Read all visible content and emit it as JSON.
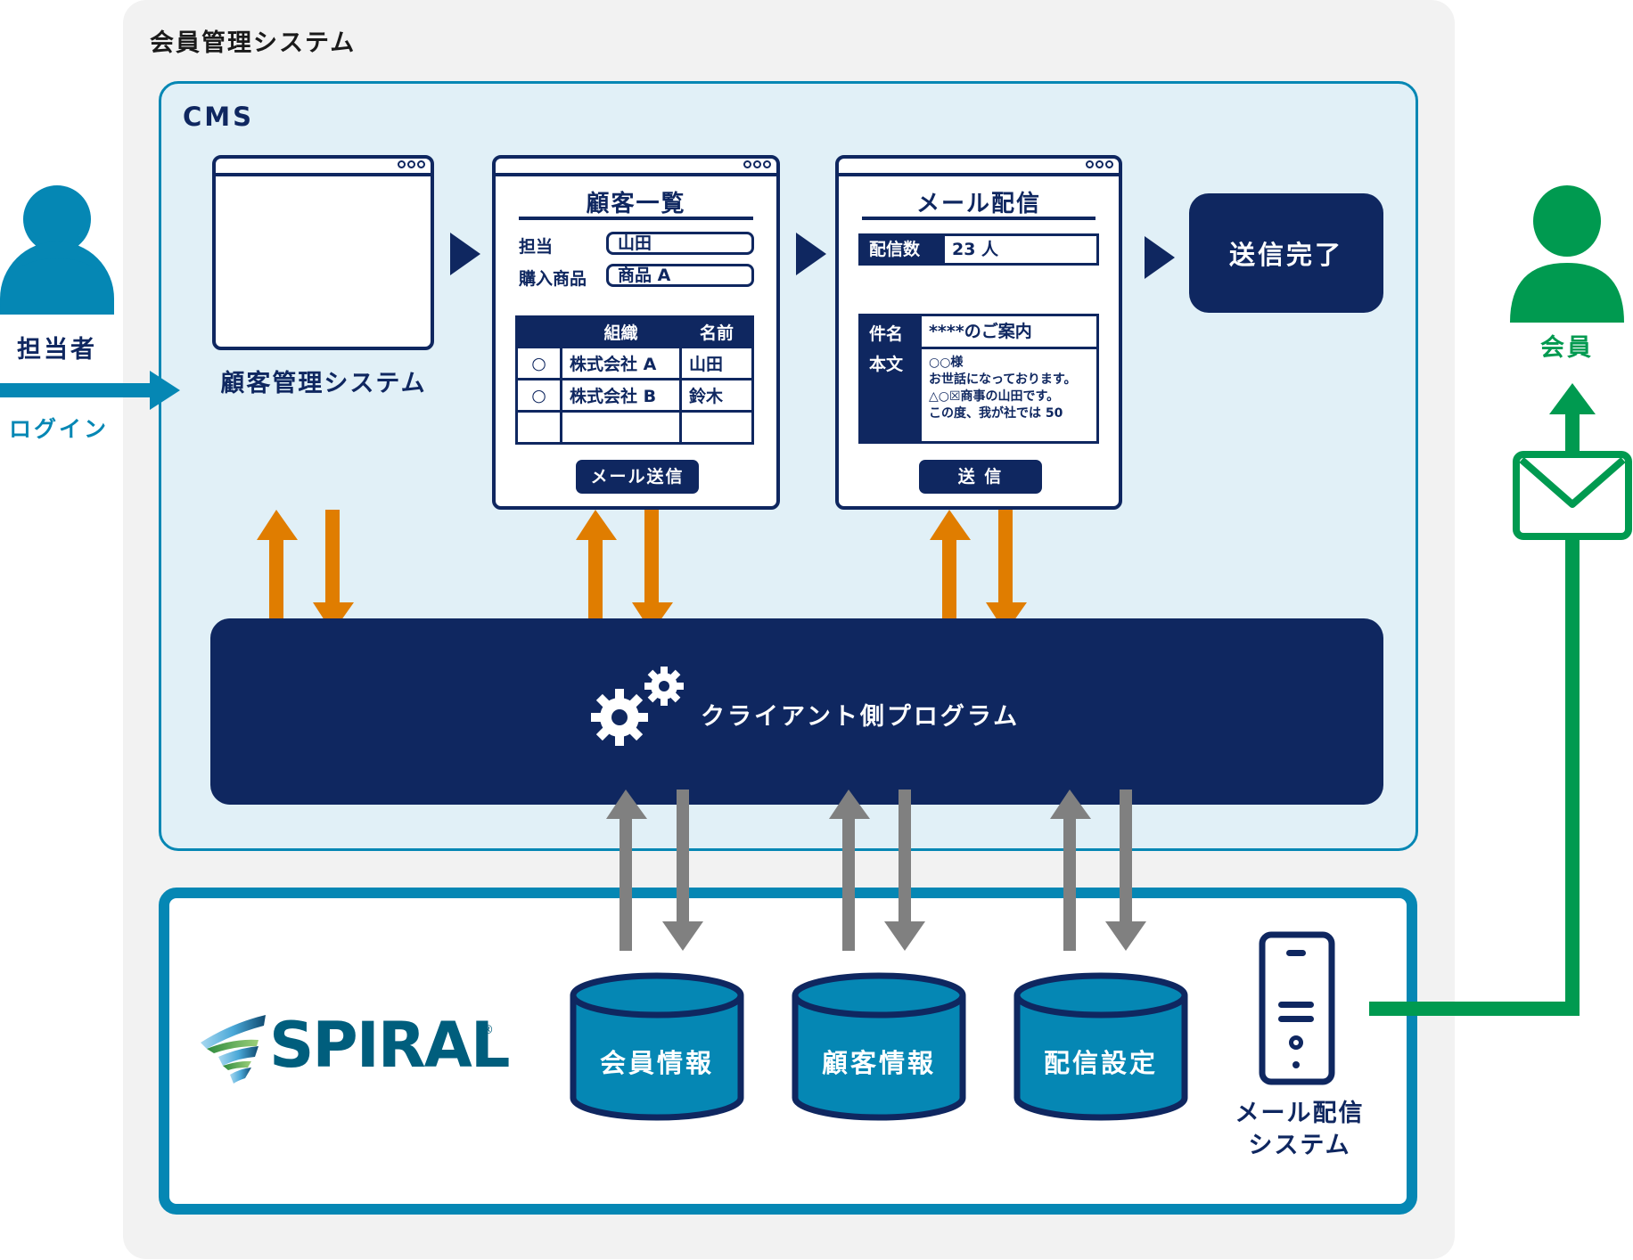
{
  "colors": {
    "navy": "#0f2760",
    "cms_border": "#0587b4",
    "cms_fill": "#e1f0f7",
    "outer_fill": "#f2f2f2",
    "orange_arrow": "#e07d00",
    "gray_arrow": "#808080",
    "member_green": "#009a50",
    "staff_blue": "#0587b4",
    "db_fill": "#0587b4"
  },
  "outer": {
    "title": "会員管理システム"
  },
  "cms": {
    "label": "CMS"
  },
  "staff": {
    "icon": "person-icon",
    "label": "担当者",
    "login_label": "ログイン"
  },
  "member": {
    "icon": "person-icon",
    "label": "会員",
    "mail_icon": "envelope-icon"
  },
  "windows": {
    "customer_system": {
      "label": "顧客管理システム"
    },
    "customer_list": {
      "title": "顧客一覧",
      "fields": [
        {
          "label": "担当",
          "value": "山田"
        },
        {
          "label": "購入商品",
          "value": "商品 A"
        }
      ],
      "table": {
        "headers": [
          "",
          "組織",
          "名前"
        ],
        "rows": [
          [
            "○",
            "株式会社 A",
            "山田"
          ],
          [
            "○",
            "株式会社 B",
            "鈴木"
          ],
          [
            "",
            "",
            ""
          ]
        ]
      },
      "button": "メール送信"
    },
    "mail_delivery": {
      "title": "メール配信",
      "count_label": "配信数",
      "count_value": "23 人",
      "subject_label": "件名",
      "subject_value": "****のご案内",
      "body_label": "本文",
      "body_lines": [
        "○○様",
        "お世話になっております。",
        "△○☒商事の山田です。",
        "この度、我が社では 50"
      ],
      "button": "送 信"
    }
  },
  "done": {
    "label": "送信完了"
  },
  "client_program": {
    "label": "クライアント側プログラム",
    "icon": "gears-icon"
  },
  "spiral": {
    "logo_text": "SPIRAL",
    "registered": "®",
    "databases": [
      {
        "label": "会員情報"
      },
      {
        "label": "顧客情報"
      },
      {
        "label": "配信設定"
      }
    ],
    "server": {
      "icon": "server-icon",
      "label_line1": "メール配信",
      "label_line2": "システム"
    }
  }
}
